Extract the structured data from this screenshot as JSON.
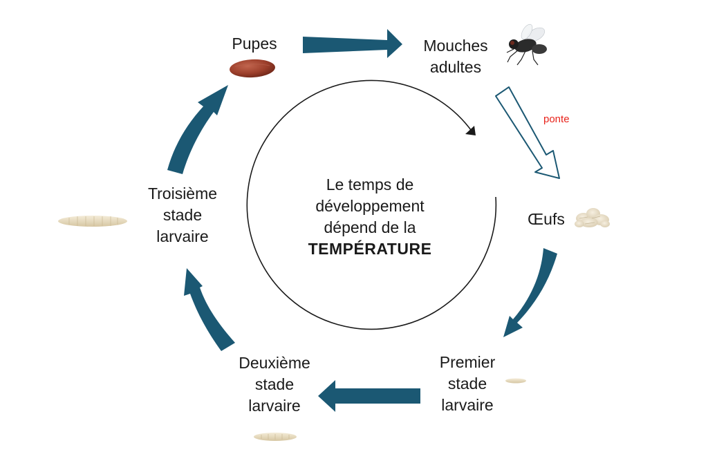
{
  "diagram": {
    "colors": {
      "arrow": "#1b5873",
      "ponte_label": "#e8231b",
      "text": "#1a1a1a",
      "pupa": "#a0422e",
      "larva": "#e8dcc0"
    },
    "stages": {
      "pupes": [
        "Pupes"
      ],
      "adults": [
        "Mouches",
        "adultes"
      ],
      "eggs": [
        "Œufs"
      ],
      "first": [
        "Premier",
        "stade",
        "larvaire"
      ],
      "second": [
        "Deuxième",
        "stade",
        "larvaire"
      ],
      "third": [
        "Troisième",
        "stade",
        "larvaire"
      ]
    },
    "ponte_label": "ponte",
    "center": {
      "lines": [
        "Le temps de",
        "développement",
        "dépend de la"
      ],
      "emphasis": "TEMPÉRATURE"
    },
    "icons": [
      "pupa-icon",
      "fly-icon",
      "eggs-icon",
      "larva-small-icon",
      "larva-medium-icon",
      "larva-large-icon"
    ]
  }
}
